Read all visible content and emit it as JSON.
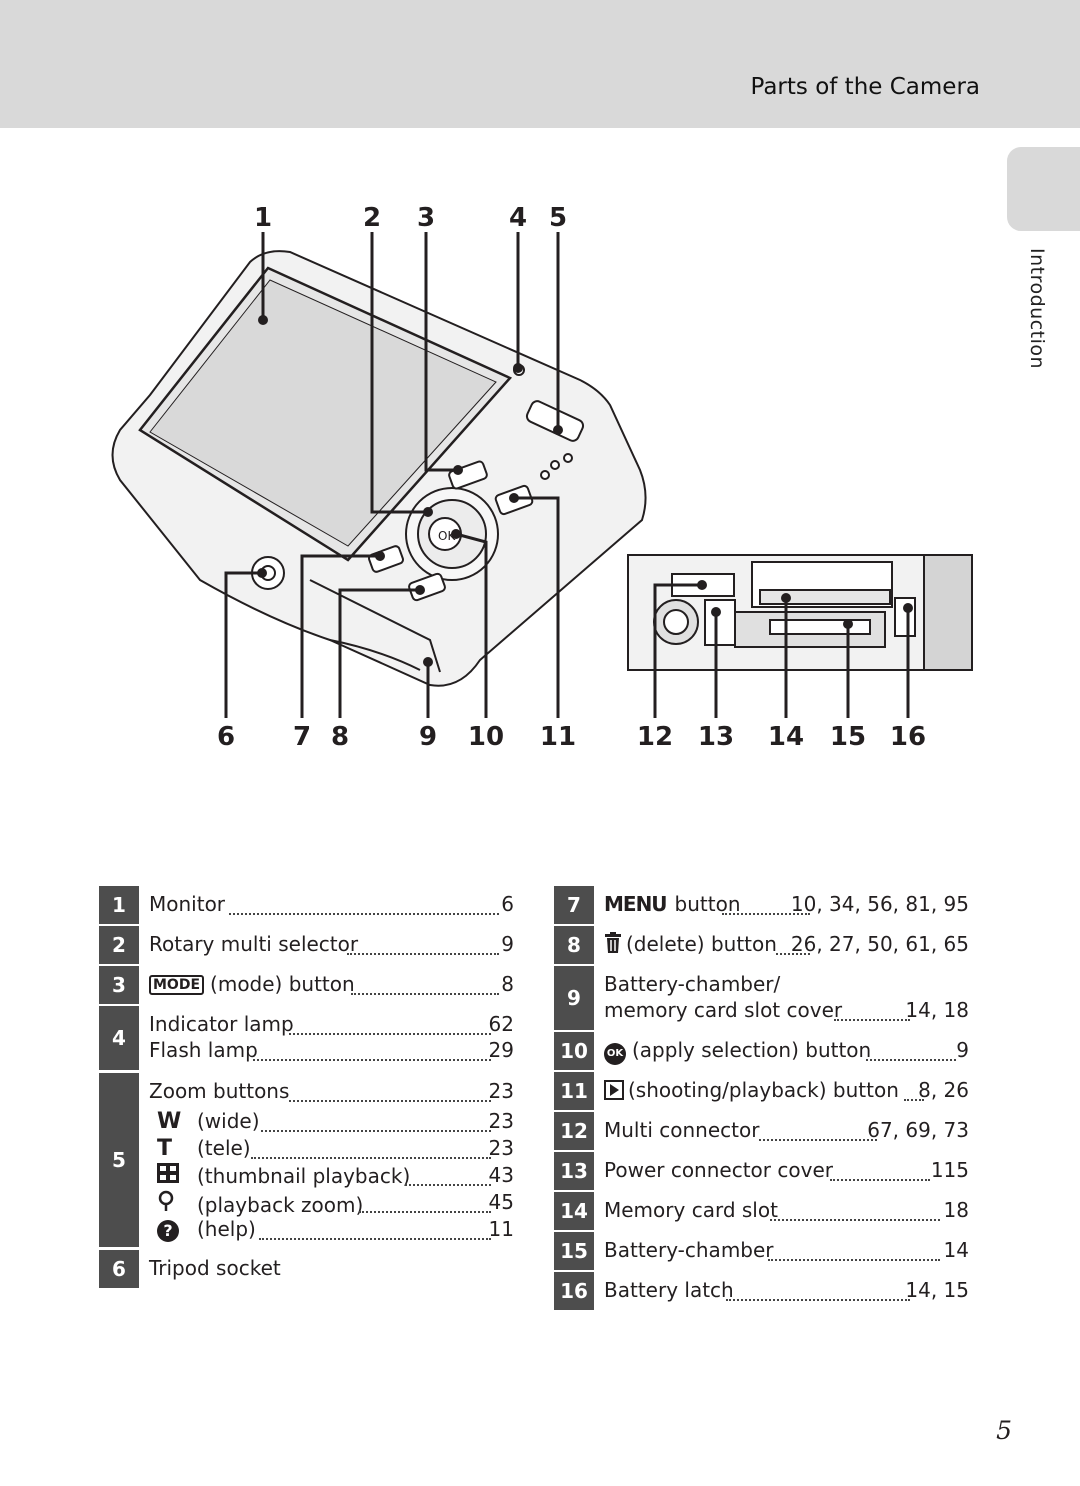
{
  "header": {
    "title": "Parts of the Camera"
  },
  "side_tab": {
    "label": "Introduction"
  },
  "callouts": [
    "1",
    "2",
    "3",
    "4",
    "5",
    "6",
    "7",
    "8",
    "9",
    "10",
    "11",
    "12",
    "13",
    "14",
    "15",
    "16"
  ],
  "left_table": [
    {
      "num": "1",
      "label": "Monitor",
      "pages": "6"
    },
    {
      "num": "2",
      "label": "Rotary multi selector",
      "pages": "9"
    },
    {
      "num": "3",
      "icon": "mode-icon",
      "label": "(mode) button",
      "pages": "8"
    },
    {
      "num": "4",
      "label": "Indicator lamp",
      "pages": "62"
    },
    {
      "num": "",
      "label": "Flash lamp",
      "pages": "29"
    },
    {
      "num": "5",
      "label": "Zoom buttons",
      "pages": "23"
    },
    {
      "num": "",
      "icon": "wide-icon",
      "label": "(wide)",
      "pages": "23"
    },
    {
      "num": "",
      "icon": "tele-icon",
      "label": "(tele)",
      "pages": "23"
    },
    {
      "num": "",
      "icon": "thumbnail-icon",
      "label": "(thumbnail playback)",
      "pages": "43"
    },
    {
      "num": "",
      "icon": "playback-zoom-icon",
      "label": "(playback zoom)",
      "pages": "45"
    },
    {
      "num": "",
      "icon": "help-icon",
      "label": "(help)",
      "pages": "11"
    },
    {
      "num": "6",
      "label": "Tripod socket",
      "pages": ""
    }
  ],
  "right_table": [
    {
      "num": "7",
      "icon": "menu-icon",
      "label": "button",
      "pages": "10, 34, 56, 81, 95"
    },
    {
      "num": "8",
      "icon": "delete-icon",
      "label": "(delete) button",
      "pages": "26, 27, 50, 61, 65"
    },
    {
      "num": "9",
      "label": "Battery-chamber/",
      "label2": "memory card slot cover",
      "pages": "14, 18"
    },
    {
      "num": "10",
      "icon": "ok-icon",
      "label": "(apply selection) button",
      "pages": "9"
    },
    {
      "num": "11",
      "icon": "playback-icon",
      "label": "(shooting/playback) button",
      "pages": "8, 26"
    },
    {
      "num": "12",
      "label": "Multi connector",
      "pages": "67, 69, 73"
    },
    {
      "num": "13",
      "label": "Power connector cover",
      "pages": "115"
    },
    {
      "num": "14",
      "label": "Memory card slot",
      "pages": "18"
    },
    {
      "num": "15",
      "label": "Battery-chamber",
      "pages": "14"
    },
    {
      "num": "16",
      "label": "Battery latch",
      "pages": "14, 15"
    }
  ],
  "icons": {
    "mode-icon": "MODE",
    "wide-icon": "W",
    "tele-icon": "T",
    "menu-icon": "MENU",
    "ok-icon": "OK",
    "help-icon": "?"
  },
  "page_number": "5"
}
